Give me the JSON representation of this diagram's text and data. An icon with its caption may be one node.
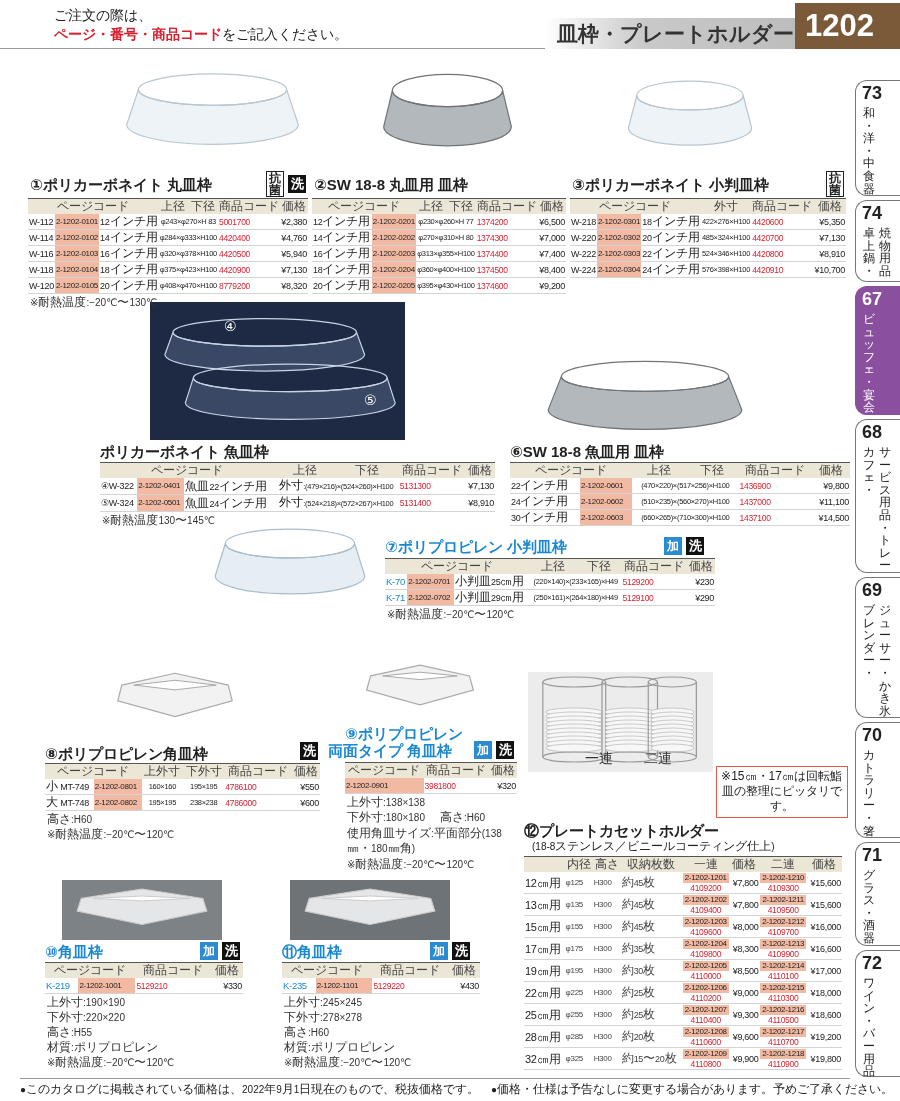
{
  "diagram": {
    "title": "皿枠・プレートホルダー",
    "nodes": [
      {
        "text": [
          "ご注文の際は、",
          "**ページ・番号・商品コード**をご記入ください。"
        ]
      },
      {
        "text": [
          "1202"
        ]
      },
      {
        "text": [
          "73",
          "和・洋・中食器"
        ]
      },
      {
        "text": [
          "74",
          "卓上鍋・",
          "焼物用品"
        ]
      },
      {
        "text": [
          "67",
          "ビュッフェ・宴会"
        ]
      },
      {
        "text": [
          "68",
          "カフェ・",
          "サービス用品・トレー"
        ]
      },
      {
        "text": [
          "69",
          "ブレンダー・",
          "ジューサー・かき氷"
        ]
      },
      {
        "text": [
          "70",
          "カトラリー・箸"
        ]
      },
      {
        "text": [
          "71",
          "グラス・酒器"
        ]
      },
      {
        "text": [
          "72",
          "ワイン・バー用品"
        ]
      },
      {
        "text": [
          "※15㎝・17㎝は回転鮨皿の整理にピッタリです。"
        ]
      }
    ],
    "labels": [
      "①ポリカーボネイト 丸皿枠",
      "抗菌",
      "洗",
      "ページコード",
      "上径",
      "下径",
      "商品コード",
      "価格",
      "W-112",
      "2-1202-0101",
      "12インチ用",
      "φ243×φ270×H 83",
      "5001700",
      "¥2,380",
      "W-114",
      "2-1202-0102",
      "14インチ用",
      "φ284×φ333×H100",
      "4420400",
      "¥4,760",
      "W-116",
      "2-1202-0103",
      "16インチ用",
      "φ320×φ378×H100",
      "4420500",
      "¥5,940",
      "W-118",
      "2-1202-0104",
      "18インチ用",
      "φ375×φ423×H100",
      "4420900",
      "¥7,130",
      "W-120",
      "2-1202-0105",
      "20インチ用",
      "φ408×φ470×H100",
      "8779200",
      "¥8,320",
      "※耐熱温度:−20℃〜130℃",
      "②SW 18-8 丸皿用 皿枠",
      "ページコード",
      "上径",
      "下径",
      "商品コード",
      "価格",
      "12インチ用",
      "2-1202-0201",
      "φ230×φ260×H 77",
      "1374200",
      "¥6,500",
      "14インチ用",
      "2-1202-0202",
      "φ270×φ310×H 80",
      "1374300",
      "¥7,000",
      "16インチ用",
      "2-1202-0203",
      "φ313×φ355×H100",
      "1374400",
      "¥7,400",
      "18インチ用",
      "2-1202-0204",
      "φ360×φ400×H100",
      "1374500",
      "¥8,400",
      "20インチ用",
      "2-1202-0205",
      "φ395×φ430×H100",
      "1374600",
      "¥9,200",
      "③ポリカーボネイト 小判皿枠",
      "抗菌",
      "ページコード",
      "外寸",
      "商品コード",
      "価格",
      "W-218",
      "2-1202-0301",
      "18インチ用",
      "422×276×H100",
      "4420600",
      "¥5,350",
      "W-220",
      "2-1202-0302",
      "20インチ用",
      "485×324×H100",
      "4420700",
      "¥7,130",
      "W-222",
      "2-1202-0303",
      "22インチ用",
      "524×346×H100",
      "4420800",
      "¥8,910",
      "W-224",
      "2-1202-0304",
      "24インチ用",
      "576×398×H100",
      "4420910",
      "¥10,700",
      "④",
      "⑤",
      "ポリカーボネイト 魚皿枠",
      "ページコード",
      "上径",
      "下径",
      "商品コード",
      "価格",
      "④W-322",
      "2-1202-0401",
      "魚皿22インチ用",
      "外寸:(479×216)×(524×260)×H100",
      "5131300",
      "¥7,130",
      "⑤W-324",
      "2-1202-0501",
      "魚皿24インチ用",
      "外寸:(524×218)×(572×267)×H100",
      "5131400",
      "¥8,910",
      "※耐熱温度130〜145℃",
      "⑥SW 18-8 魚皿用 皿枠",
      "ページコード",
      "上径",
      "下径",
      "商品コード",
      "価格",
      "22インチ用",
      "2-1202-0601",
      "(470×220)×(517×256)×H100",
      "1436900",
      "¥9,800",
      "24インチ用",
      "2-1202-0602",
      "(510×235)×(560×270)×H100",
      "1437000",
      "¥11,100",
      "30インチ用",
      "2-1202-0603",
      "(660×265)×(710×300)×H100",
      "1437100",
      "¥14,500",
      "⑦ポリプロピレン 小判皿枠",
      "加",
      "洗",
      "ページコード",
      "上径",
      "下径",
      "商品コード",
      "価格",
      "K-70",
      "2-1202-0701",
      "小判皿25㎝用",
      "(220×140)×(233×165)×H49",
      "5129200",
      "¥230",
      "K-71",
      "2-1202-0702",
      "小判皿29㎝用",
      "(250×161)×(264×180)×H49",
      "5129100",
      "¥290",
      "※耐熱温度:−20℃〜120℃",
      "⑧ポリプロピレン角皿枠",
      "洗",
      "ページコード",
      "上外寸",
      "下外寸",
      "商品コード",
      "価格",
      "小 MT-749",
      "2-1202-0801",
      "160×160",
      "195×195",
      "4786100",
      "¥550",
      "大 MT-748",
      "2-1202-0802",
      "195×195",
      "238×238",
      "4786000",
      "¥600",
      "高さ:H60",
      "※耐熱温度:−20℃〜120℃",
      "⑨ポリプロピレン両面タイプ 角皿枠",
      "加",
      "洗",
      "ページコード",
      "商品コード",
      "価格",
      "2-1202-0901",
      "3981800",
      "¥320",
      "上外寸:138×138",
      "下外寸:180×180",
      "高さ:H60",
      "使用角皿サイズ:平面部分(138㎜・180㎜角)",
      "※耐熱温度:−20℃〜120℃",
      "一連",
      "二連",
      "⑫プレートカセットホルダー",
      "(18-8ステンレス／ビニールコーティング仕上)",
      "内径",
      "高さ",
      "収納枚数",
      "一連",
      "価格",
      "二連",
      "価格",
      "12㎝用",
      "φ125",
      "H300",
      "約45枚",
      "2-1202-1201",
      "4109200",
      "¥7,800",
      "2-1202-1210",
      "4109300",
      "¥15,600",
      "13㎝用",
      "φ135",
      "H300",
      "約45枚",
      "2-1202-1202",
      "4109400",
      "¥7,800",
      "2-1202-1211",
      "4109500",
      "¥15,600",
      "15㎝用",
      "φ155",
      "H300",
      "約45枚",
      "2-1202-1203",
      "4109600",
      "¥8,000",
      "2-1202-1212",
      "4109700",
      "¥16,000",
      "17㎝用",
      "φ175",
      "H300",
      "約35枚",
      "2-1202-1204",
      "4109800",
      "¥8,300",
      "2-1202-1213",
      "4109900",
      "¥16,600",
      "19㎝用",
      "φ195",
      "H300",
      "約30枚",
      "2-1202-1205",
      "4110000",
      "¥8,500",
      "2-1202-1214",
      "4110100",
      "¥17,000",
      "22㎝用",
      "φ225",
      "H300",
      "約25枚",
      "2-1202-1206",
      "4110200",
      "¥9,000",
      "2-1202-1215",
      "4110300",
      "¥18,000",
      "25㎝用",
      "φ255",
      "H300",
      "約25枚",
      "2-1202-1207",
      "4110400",
      "¥9,300",
      "2-1202-1216",
      "4110500",
      "¥18,600",
      "28㎝用",
      "φ285",
      "H300",
      "約20枚",
      "2-1202-1208",
      "4110600",
      "¥9,600",
      "2-1202-1217",
      "4110700",
      "¥19,200",
      "32㎝用",
      "φ325",
      "H300",
      "約15〜20枚",
      "2-1202-1209",
      "4110800",
      "¥9,900",
      "2-1202-1218",
      "4110900",
      "¥19,800",
      "⑩角皿枠",
      "加",
      "洗",
      "ページコード",
      "商品コード",
      "価格",
      "K-219",
      "2-1202-1001",
      "5129210",
      "¥330",
      "上外寸:190×190",
      "下外寸:220×220",
      "高さ:H55",
      "材質:ポリプロピレン",
      "※耐熱温度:−20℃〜120℃",
      "⑪角皿枠",
      "加",
      "洗",
      "ページコード",
      "商品コード",
      "価格",
      "K-235",
      "2-1202-1101",
      "5129220",
      "¥430",
      "上外寸:245×245",
      "下外寸:278×278",
      "高さ:H60",
      "材質:ポリプロピレン",
      "※耐熱温度:−20℃〜120℃",
      "●このカタログに掲載されている価格は、2022年9月1日現在のもので、税抜価格です。",
      "●価格・仕様は予告なしに変更する場合があります。予めご了承ください。"
    ]
  }
}
